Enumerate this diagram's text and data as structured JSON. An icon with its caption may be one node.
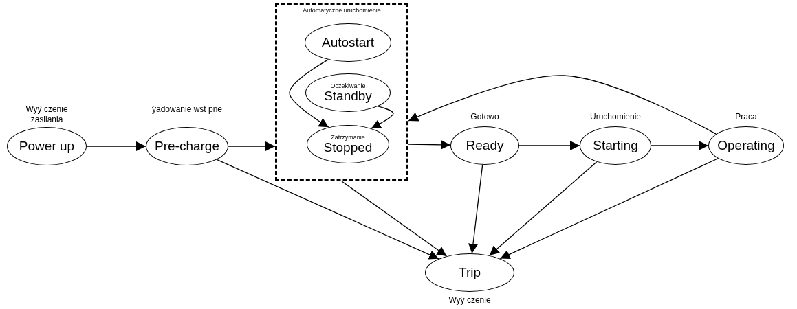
{
  "diagram": {
    "nodes": [
      {
        "text": [
          "Power up"
        ],
        "beside": [
          "Wyÿ czenie zasilania"
        ]
      },
      {
        "text": [
          "Pre-charge"
        ],
        "beside": [
          "ýadowanie wst pne"
        ]
      },
      {
        "text": [
          "Automatyczne uruchomienie"
        ]
      },
      {
        "text": [
          "Autostart"
        ],
        "in": 2
      },
      {
        "text": [
          "Oczekiwanie",
          "Standby"
        ],
        "in": 2
      },
      {
        "text": [
          "Zatrzymanie",
          "Stopped"
        ],
        "in": 2
      },
      {
        "text": [
          "Ready"
        ],
        "beside": [
          "Gotowo"
        ]
      },
      {
        "text": [
          "Starting"
        ],
        "beside": [
          "Uruchomienie"
        ]
      },
      {
        "text": [
          "Operating"
        ],
        "beside": [
          "Praca"
        ]
      },
      {
        "text": [
          "Trip"
        ],
        "beside": [
          "Wyÿ czenie"
        ]
      }
    ],
    "edges": [
      {
        "from": 0,
        "to": 1,
        "arrow": "to"
      },
      {
        "from": 1,
        "to": 2,
        "arrow": "to"
      },
      {
        "from": 3,
        "to": 5,
        "arrow": "to"
      },
      {
        "from": 4,
        "to": 5,
        "arrow": "to"
      },
      {
        "from": 2,
        "to": 6,
        "arrow": "to"
      },
      {
        "from": 6,
        "to": 7,
        "arrow": "to"
      },
      {
        "from": 7,
        "to": 8,
        "arrow": "to"
      },
      {
        "from": 8,
        "to": 2,
        "arrow": "to"
      },
      {
        "from": 1,
        "to": 9,
        "arrow": "to"
      },
      {
        "from": 2,
        "to": 9,
        "arrow": "to"
      },
      {
        "from": 6,
        "to": 9,
        "arrow": "to"
      },
      {
        "from": 7,
        "to": 9,
        "arrow": "to"
      },
      {
        "from": 8,
        "to": 9,
        "arrow": "to"
      }
    ]
  }
}
